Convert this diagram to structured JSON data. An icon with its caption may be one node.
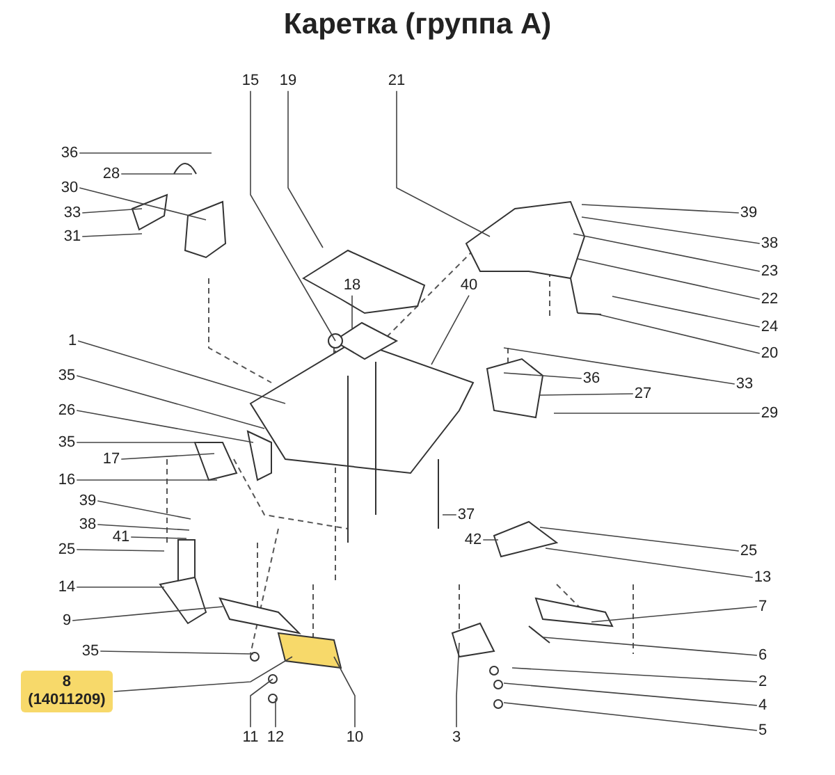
{
  "diagram": {
    "title": "Каретка (группа A)",
    "nodes": [
      {
        "text": [
          "15"
        ]
      },
      {
        "text": [
          "19"
        ]
      },
      {
        "text": [
          "21"
        ]
      },
      {
        "text": [
          "36"
        ]
      },
      {
        "text": [
          "28"
        ]
      },
      {
        "text": [
          "30"
        ]
      },
      {
        "text": [
          "33"
        ]
      },
      {
        "text": [
          "31"
        ]
      },
      {
        "text": [
          "39"
        ]
      },
      {
        "text": [
          "38"
        ]
      },
      {
        "text": [
          "23"
        ]
      },
      {
        "text": [
          "22"
        ]
      },
      {
        "text": [
          "24"
        ]
      },
      {
        "text": [
          "20"
        ]
      },
      {
        "text": [
          "18"
        ]
      },
      {
        "text": [
          "40"
        ]
      },
      {
        "text": [
          "1"
        ]
      },
      {
        "text": [
          "35"
        ]
      },
      {
        "text": [
          "36"
        ]
      },
      {
        "text": [
          "33"
        ]
      },
      {
        "text": [
          "27"
        ]
      },
      {
        "text": [
          "26"
        ]
      },
      {
        "text": [
          "29"
        ]
      },
      {
        "text": [
          "35"
        ]
      },
      {
        "text": [
          "17"
        ]
      },
      {
        "text": [
          "16"
        ]
      },
      {
        "text": [
          "39"
        ]
      },
      {
        "text": [
          "38"
        ]
      },
      {
        "text": [
          "41"
        ]
      },
      {
        "text": [
          "37"
        ]
      },
      {
        "text": [
          "42"
        ]
      },
      {
        "text": [
          "25"
        ]
      },
      {
        "text": [
          "25"
        ]
      },
      {
        "text": [
          "13"
        ]
      },
      {
        "text": [
          "14"
        ]
      },
      {
        "text": [
          "7"
        ]
      },
      {
        "text": [
          "9"
        ]
      },
      {
        "text": [
          "35"
        ]
      },
      {
        "text": [
          "6"
        ]
      },
      {
        "text": [
          "8",
          "(14011209)"
        ]
      },
      {
        "text": [
          "2"
        ]
      },
      {
        "text": [
          "4"
        ]
      },
      {
        "text": [
          "5"
        ]
      },
      {
        "text": [
          "11"
        ]
      },
      {
        "text": [
          "12"
        ]
      },
      {
        "text": [
          "10"
        ]
      },
      {
        "text": [
          "3"
        ]
      }
    ],
    "edges": [
      {
        "from": 0,
        "to": null,
        "arrow": "none"
      },
      {
        "from": 1,
        "to": null,
        "arrow": "none"
      },
      {
        "from": 2,
        "to": null,
        "arrow": "none"
      },
      {
        "from": 3,
        "to": null,
        "arrow": "none"
      },
      {
        "from": 4,
        "to": null,
        "arrow": "none"
      },
      {
        "from": 5,
        "to": null,
        "arrow": "none"
      },
      {
        "from": 6,
        "to": null,
        "arrow": "none"
      },
      {
        "from": 7,
        "to": null,
        "arrow": "none"
      },
      {
        "from": 8,
        "to": null,
        "arrow": "none"
      },
      {
        "from": 9,
        "to": null,
        "arrow": "none"
      },
      {
        "from": 10,
        "to": null,
        "arrow": "none"
      },
      {
        "from": 11,
        "to": null,
        "arrow": "none"
      },
      {
        "from": 12,
        "to": null,
        "arrow": "none"
      },
      {
        "from": 13,
        "to": null,
        "arrow": "none"
      },
      {
        "from": 14,
        "to": null,
        "arrow": "none"
      },
      {
        "from": 15,
        "to": null,
        "arrow": "none"
      },
      {
        "from": 16,
        "to": null,
        "arrow": "none"
      },
      {
        "from": 17,
        "to": null,
        "arrow": "none"
      },
      {
        "from": 18,
        "to": null,
        "arrow": "none"
      },
      {
        "from": 19,
        "to": null,
        "arrow": "none"
      },
      {
        "from": 20,
        "to": null,
        "arrow": "none"
      },
      {
        "from": 21,
        "to": null,
        "arrow": "none"
      },
      {
        "from": 22,
        "to": null,
        "arrow": "none"
      },
      {
        "from": 23,
        "to": null,
        "arrow": "none"
      },
      {
        "from": 24,
        "to": null,
        "arrow": "none"
      },
      {
        "from": 25,
        "to": null,
        "arrow": "none"
      },
      {
        "from": 26,
        "to": null,
        "arrow": "none"
      },
      {
        "from": 27,
        "to": null,
        "arrow": "none"
      },
      {
        "from": 28,
        "to": null,
        "arrow": "none"
      },
      {
        "from": 29,
        "to": null,
        "arrow": "none"
      },
      {
        "from": 30,
        "to": null,
        "arrow": "none"
      },
      {
        "from": 31,
        "to": null,
        "arrow": "none"
      },
      {
        "from": 32,
        "to": null,
        "arrow": "none"
      },
      {
        "from": 33,
        "to": null,
        "arrow": "none"
      },
      {
        "from": 34,
        "to": null,
        "arrow": "none"
      },
      {
        "from": 35,
        "to": null,
        "arrow": "none"
      },
      {
        "from": 36,
        "to": null,
        "arrow": "none"
      },
      {
        "from": 37,
        "to": null,
        "arrow": "none"
      },
      {
        "from": 38,
        "to": null,
        "arrow": "none"
      },
      {
        "from": 39,
        "to": null,
        "arrow": "none"
      },
      {
        "from": 40,
        "to": null,
        "arrow": "none"
      },
      {
        "from": 41,
        "to": null,
        "arrow": "none"
      },
      {
        "from": 42,
        "to": null,
        "arrow": "none"
      },
      {
        "from": 43,
        "to": null,
        "arrow": "none"
      },
      {
        "from": 44,
        "to": null,
        "arrow": "none"
      },
      {
        "from": 45,
        "to": null,
        "arrow": "none"
      },
      {
        "from": 46,
        "to": null,
        "arrow": "none"
      }
    ]
  }
}
